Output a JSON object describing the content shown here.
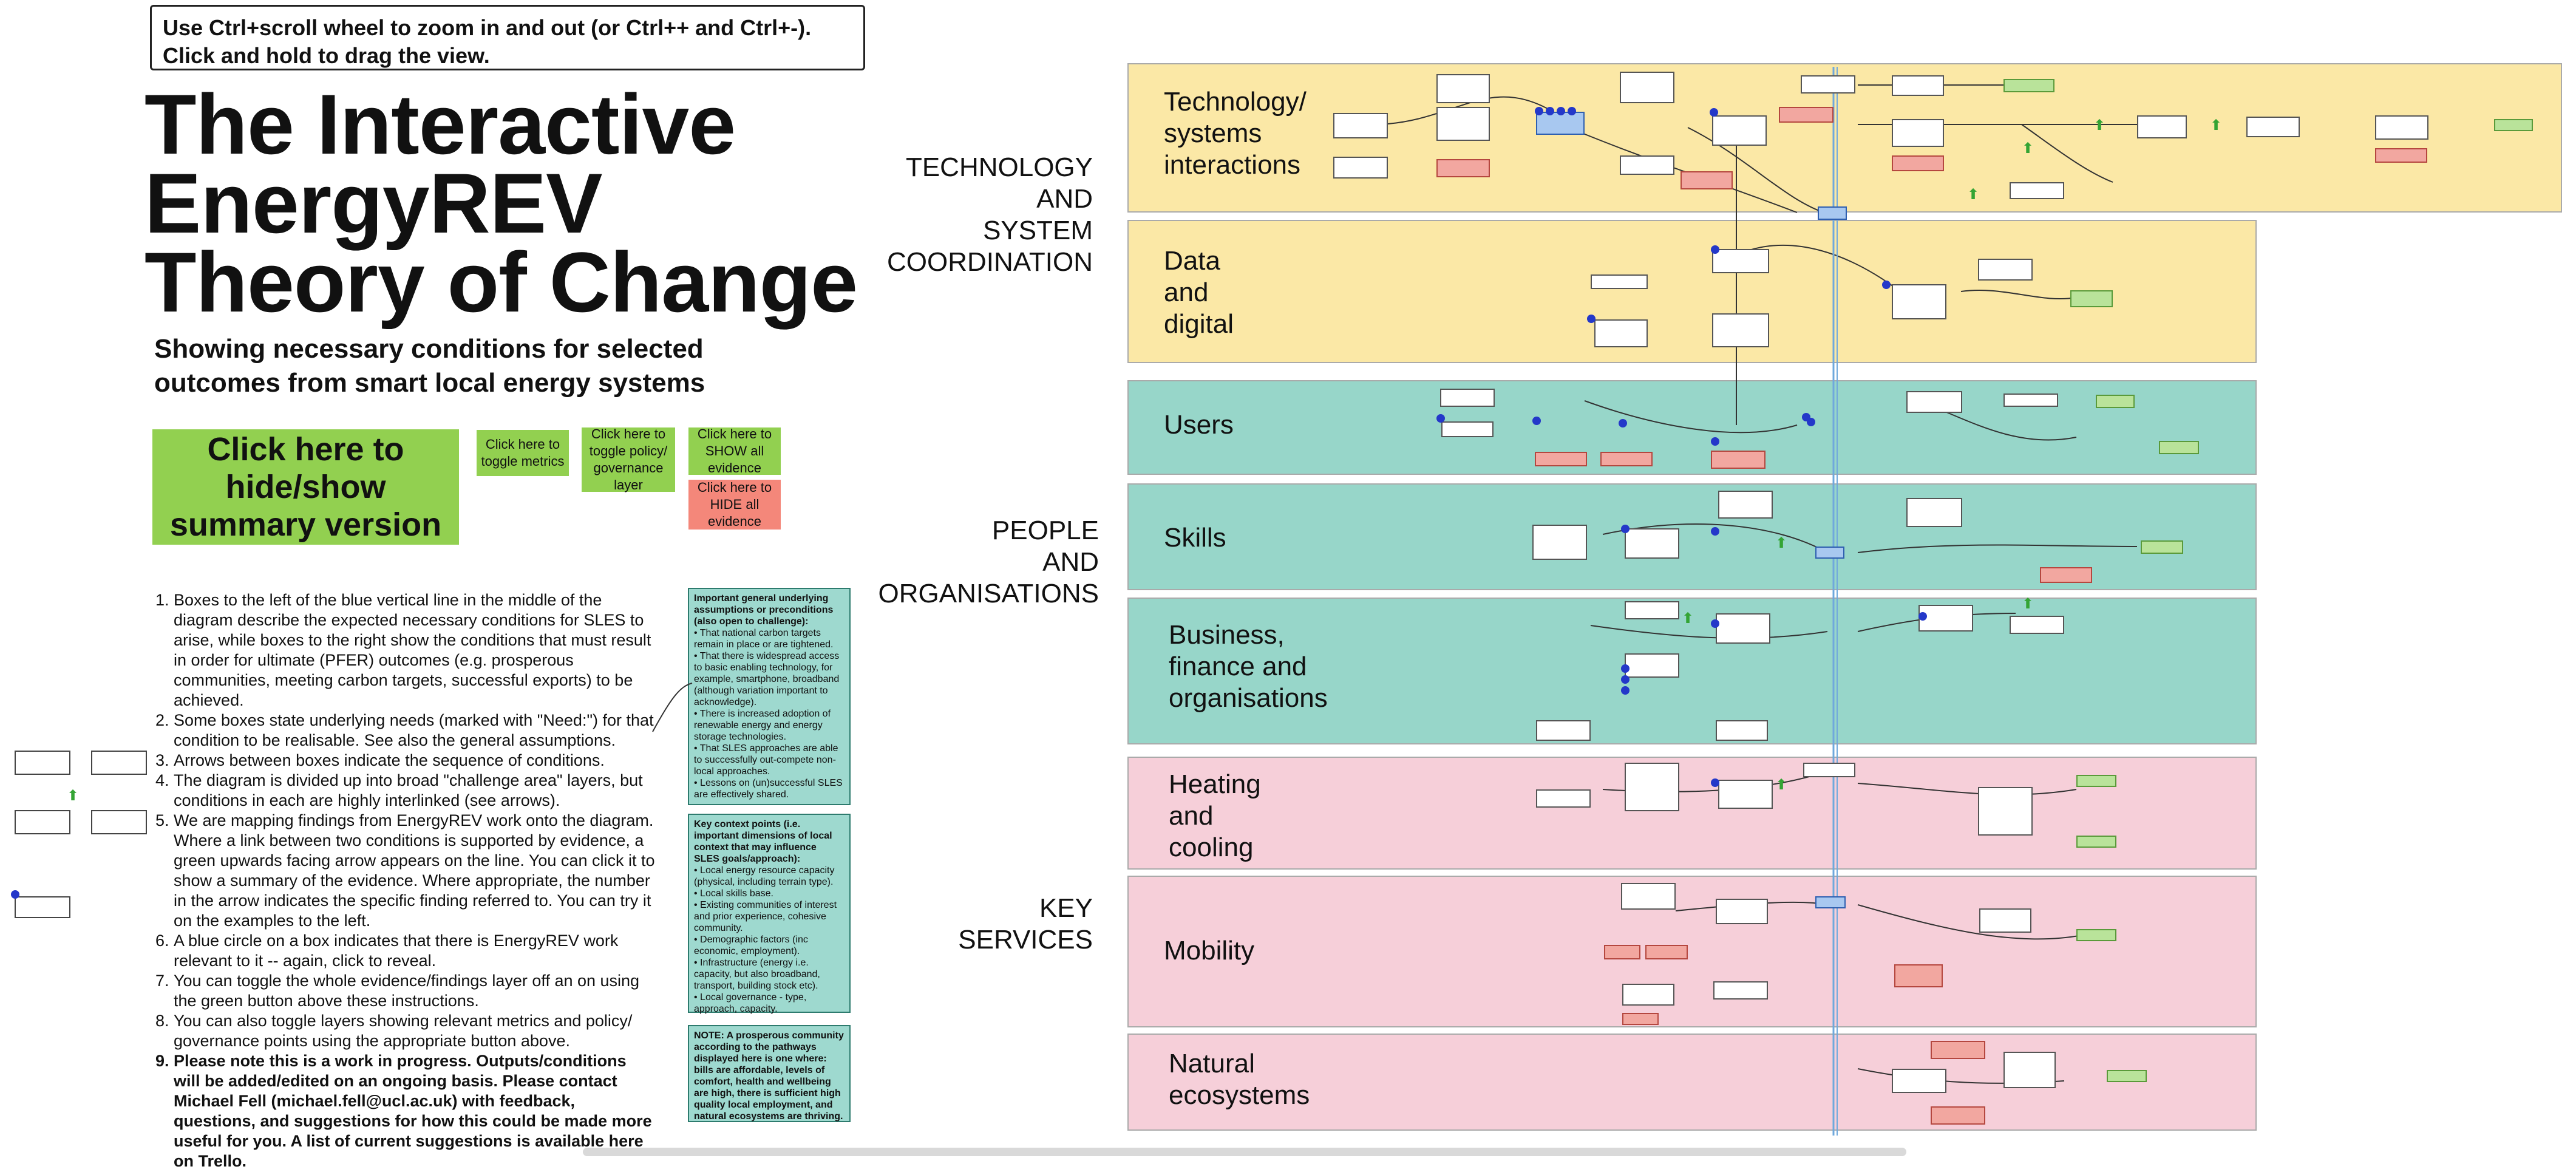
{
  "tip": {
    "line1": "Use Ctrl+scroll wheel to zoom in and out (or Ctrl++ and Ctrl+-).",
    "line2": "Click and hold to drag the view."
  },
  "title": {
    "line1": "The Interactive",
    "line2": "EnergyREV",
    "line3": "Theory of Change"
  },
  "subtitle": {
    "line1": "Showing necessary conditions for selected",
    "line2": "outcomes from smart local energy systems"
  },
  "buttons": {
    "summary": "Click here to hide/show summary version",
    "metrics": "Click here to toggle metrics",
    "policy": "Click here to toggle policy/ governance layer",
    "show_evidence": "Click here to SHOW all evidence",
    "hide_evidence": "Click here to HIDE all evidence"
  },
  "instructions": [
    "Boxes to the left of the blue vertical line in the middle of the diagram describe the expected necessary conditions for SLES to arise, while boxes to the right show the conditions that must result in order for ultimate (PFER) outcomes (e.g. prosperous communities, meeting carbon targets, successful exports) to be achieved.",
    "Some boxes state underlying needs (marked with \"Need:\") for that condition to be realisable. See also the general assumptions.",
    "Arrows between boxes indicate the sequence of conditions.",
    "The diagram is divided up into broad \"challenge area\" layers, but conditions in each are highly interlinked (see arrows).",
    "We are mapping findings from EnergyREV work onto the diagram. Where a link between two conditions is supported by evidence, a green upwards facing arrow appears on the line. You can click it to show a summary of the evidence. Where appropriate, the number in the arrow indicates the specific finding referred to. You can try it on the examples to the left.",
    "A blue circle on a box indicates that there is EnergyREV work relevant to it -- again, click to reveal.",
    "You can toggle the whole evidence/findings layer off an on using the green button above these instructions.",
    "You can also toggle layers showing relevant metrics and policy/ governance points using the appropriate button above.",
    "Please note this is a work in progress. Outputs/conditions will be added/edited on an ongoing basis. Please contact Michael Fell (michael.fell@ucl.ac.uk) with feedback, questions, and suggestions for how this could be made more useful for you. A list of current suggestions is available here on Trello."
  ],
  "notes": {
    "assumptions_title": "Important general underlying assumptions or preconditions (also open to challenge):",
    "assumptions": [
      "That national carbon targets remain in place or are tightened.",
      "That there is widespread access to basic enabling technology, for example, smartphone, broadband (although variation important to acknowledge).",
      "There is increased adoption of renewable energy and energy storage technologies.",
      "That SLES approaches are able to successfully out-compete non-local approaches.",
      "Lessons on (un)successful SLES are effectively shared."
    ],
    "context_title": "Key context points (i.e. important dimensions of local context that may influence SLES goals/approach):",
    "context": [
      "Local energy resource capacity (physical, including terrain type).",
      "Local skills base.",
      "Existing communities of interest and prior experience, cohesive community.",
      "Demographic factors (inc economic, employment).",
      "Infrastructure (energy i.e. capacity, but also broadband, transport, building stock etc).",
      "Local governance - type, approach, capacity."
    ],
    "prosperous": "NOTE: A prosperous community according to the pathways displayed here is one where: bills are affordable, levels of comfort, health and wellbeing are high, there is sufficient high quality local employment, and natural ecosystems are thriving."
  },
  "groups": {
    "tech": [
      "TECHNOLOGY",
      "AND",
      "SYSTEM",
      "COORDINATION"
    ],
    "people": [
      "PEOPLE",
      "AND",
      "ORGANISATIONS"
    ],
    "services": [
      "KEY",
      "SERVICES"
    ]
  },
  "bands": {
    "tech_systems": [
      "Technology/",
      "systems",
      "interactions"
    ],
    "data": [
      "Data",
      "and",
      "digital"
    ],
    "users": [
      "Users"
    ],
    "skills": [
      "Skills"
    ],
    "business": [
      "Business,",
      "finance and",
      "organisations"
    ],
    "heating": [
      "Heating",
      "and",
      "cooling"
    ],
    "mobility": [
      "Mobility"
    ],
    "natural": [
      "Natural",
      "ecosystems"
    ]
  },
  "colors": {
    "tech_band": "#fbe8a6",
    "people_band": "#97d6c9",
    "services_band": "#f6cfd9",
    "green_button": "#92d050",
    "red_button": "#f4877a",
    "blue_line": "#6fa8dc"
  }
}
